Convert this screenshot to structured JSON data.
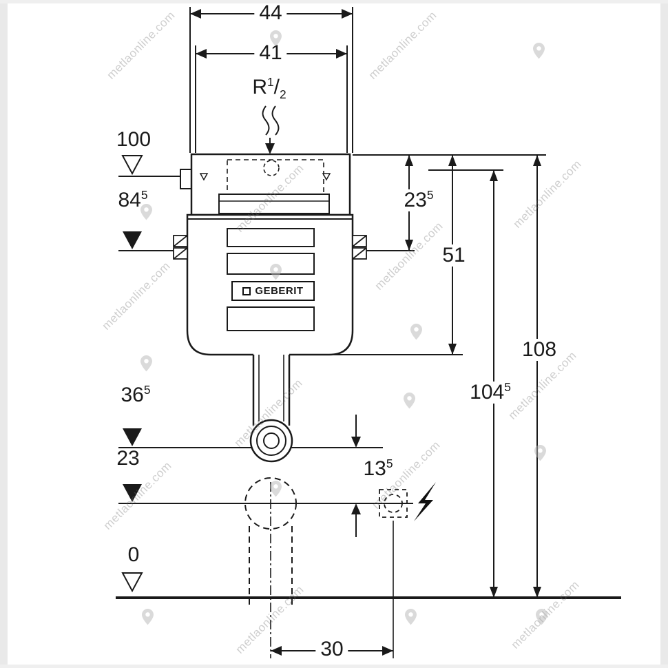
{
  "watermark": {
    "text": "metlaonline.com"
  },
  "logo": {
    "text": "GEBERIT"
  },
  "dimensions": {
    "width_outer": "44",
    "width_inner": "41",
    "water_connection": {
      "base": "R",
      "sup": "1",
      "slash": "/",
      "sub": "2"
    },
    "h_100": "100",
    "h_84_5": {
      "base": "84",
      "sup": "5"
    },
    "h_23_5": {
      "base": "23",
      "sup": "5"
    },
    "h_51": "51",
    "h_108": "108",
    "h_104_5": {
      "base": "104",
      "sup": "5"
    },
    "h_36_5": {
      "base": "36",
      "sup": "5"
    },
    "h_23": "23",
    "h_13_5": {
      "base": "13",
      "sup": "5"
    },
    "h_0": "0",
    "w_30": "30"
  },
  "colors": {
    "line": "#1a1a1a",
    "watermark": "#bdbdbd",
    "frame": "#e9e9e9"
  }
}
